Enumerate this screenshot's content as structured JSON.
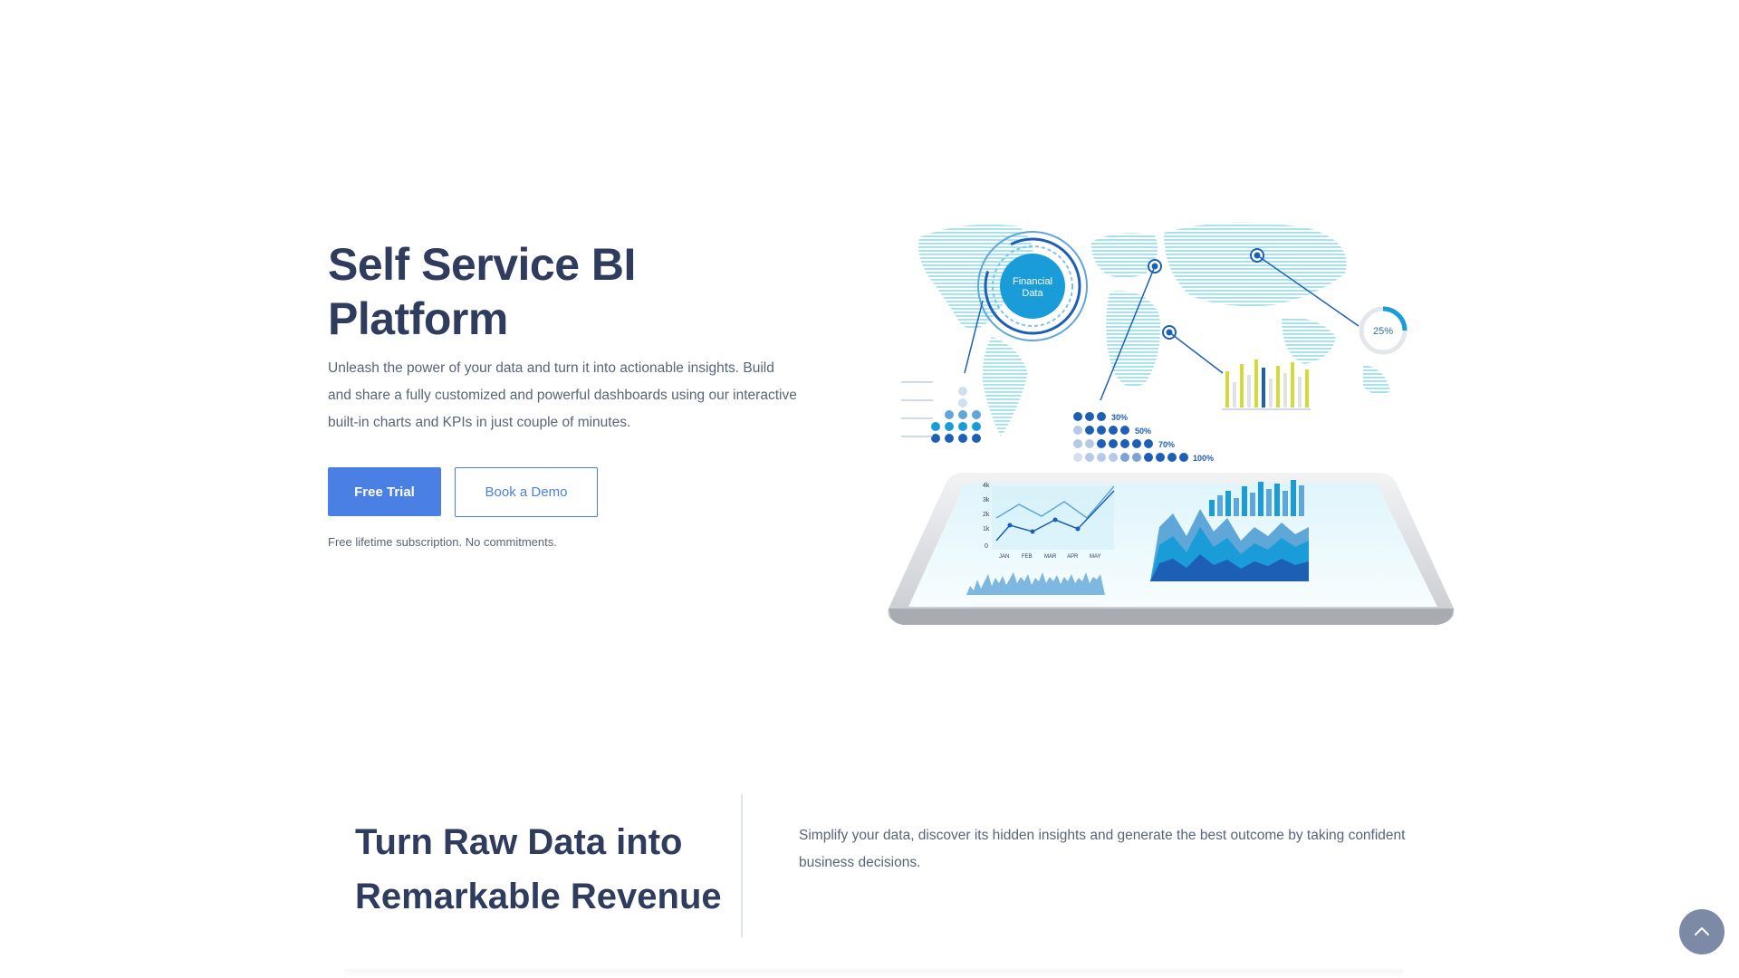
{
  "hero": {
    "title": "Self Service BI Platform",
    "description": "Unleash the power of your data and turn it into actionable insights. Build and share a fully customized and powerful dashboards using our interactive built-in charts and KPIs in just couple of minutes.",
    "primary_button": "Free Trial",
    "secondary_button": "Book a Demo",
    "note": "Free lifetime subscription. No commitments."
  },
  "illustration": {
    "badge_label_line1": "Financial",
    "badge_label_line2": "Data",
    "ring_percent_label": "25%",
    "percent_labels": [
      "30%",
      "50%",
      "70%",
      "100%"
    ],
    "months": [
      "JAN",
      "FEB",
      "MAR",
      "APR",
      "MAY"
    ],
    "y_ticks": [
      "4k",
      "3k",
      "2k",
      "1k",
      "0"
    ],
    "colors": {
      "map": "#a8e6ee",
      "accent": "#1a9cd8",
      "dark_blue": "#1d5fb5",
      "yellow": "#d6d93a"
    }
  },
  "section2": {
    "title": "Turn Raw Data into Remarkable Revenue",
    "description": "Simplify your data, discover its hidden insights and generate the best outcome by taking confident business decisions."
  },
  "scroll_top": {
    "icon": "chevron-up-icon"
  },
  "colors": {
    "primary": "#4a7fe4",
    "heading": "#2f3c5e",
    "body_text": "#5a6478"
  }
}
